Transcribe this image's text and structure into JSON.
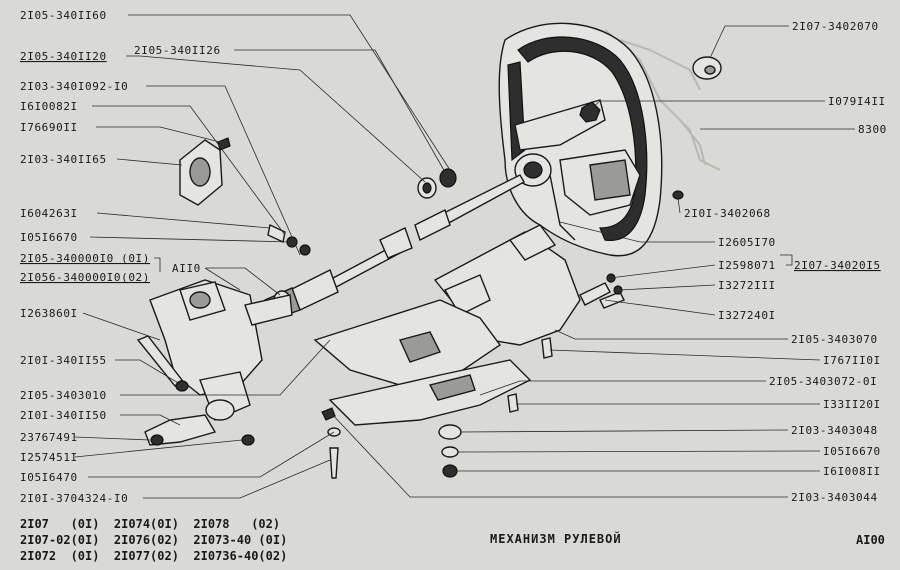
{
  "labels": {
    "l01": "2I05-340II60",
    "l02": "2I05-340II20",
    "l03": "2I05-340II26",
    "l04": "2I03-340I092-I0",
    "l05": "I6I0082I",
    "l06": "I76690II",
    "l07": "2I03-340II65",
    "l08": "I604263I",
    "l09": "I05I6670",
    "l10": "2I05-340000I0 (0I)",
    "l11": "2I056-340000I0(02)",
    "l12": "AII0",
    "l13": "I263860I",
    "l14": "2I0I-340II55",
    "l15": "2I05-3403010",
    "l16": "2I0I-340II50",
    "l17": "23767491",
    "l18": "I257451I",
    "l19": "I05I6470",
    "l20": "2I0I-3704324-I0",
    "r01": "2I07-3402070",
    "r02": "I079I4II",
    "r03": "8300",
    "r04": "2I0I-3402068",
    "r05": "I2605I70",
    "r06": "I2598071",
    "r07": "2I07-34020I5",
    "r08": "I3272III",
    "r09": "I327240I",
    "r10": "2I05-3403070",
    "r11": "I767II0I",
    "r12": "2I05-3403072-0I",
    "r13": "I33II20I",
    "r14": "2I03-3403048",
    "r15": "I05I6670",
    "r16": "I6I008II",
    "r17": "2I03-3403044"
  },
  "footer": {
    "models": "2I07   (0I)  2I074(0I)  2I078   (02)\n2I07-02(0I)  2I076(02)  2I073-40 (0I)\n2I072  (0I)  2I077(02)  2I0736-40(02)",
    "title": "МЕХАНИЗМ  РУЛЕВОЙ",
    "sheet": "AI00"
  },
  "colors": {
    "background": "#d9d9d5",
    "ink": "#1a1a1a"
  }
}
